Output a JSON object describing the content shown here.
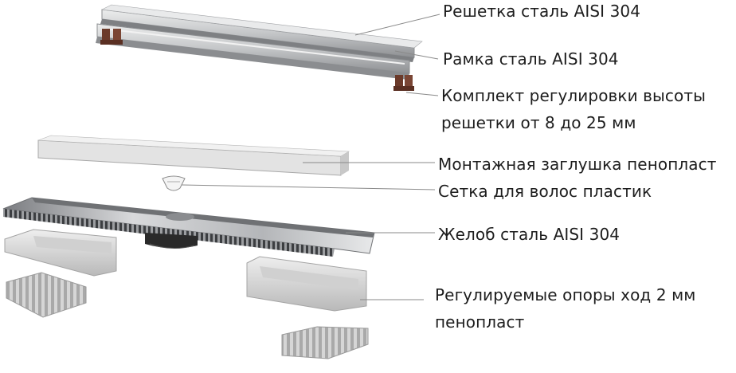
{
  "callouts": [
    {
      "id": "grate",
      "text": "Решетка сталь AISI 304"
    },
    {
      "id": "frame",
      "text": "Рамка сталь AISI 304"
    },
    {
      "id": "adjust",
      "lines": [
        "Комплект регулировки высоты",
        "решетки от 8 до 25 мм"
      ]
    },
    {
      "id": "plug",
      "text": "Монтажная заглушка пенопласт"
    },
    {
      "id": "hair",
      "text": "Сетка для волос пластик"
    },
    {
      "id": "channel",
      "text": "Желоб сталь AISI 304"
    },
    {
      "id": "supports",
      "lines": [
        "Регулируемые опоры ход 2 мм",
        "пенопласт"
      ]
    }
  ],
  "colors": {
    "text": "#1d1d1d",
    "leader": "#8a8a8a",
    "steel_light": "#d9dadc",
    "steel_mid": "#a9abae",
    "steel_dark": "#5c5e61",
    "foam_light": "#e2e2e2",
    "foam_mid": "#bdbdbd",
    "foot_brown": "#6b3a2a",
    "trap_black": "#2a2a2a"
  }
}
